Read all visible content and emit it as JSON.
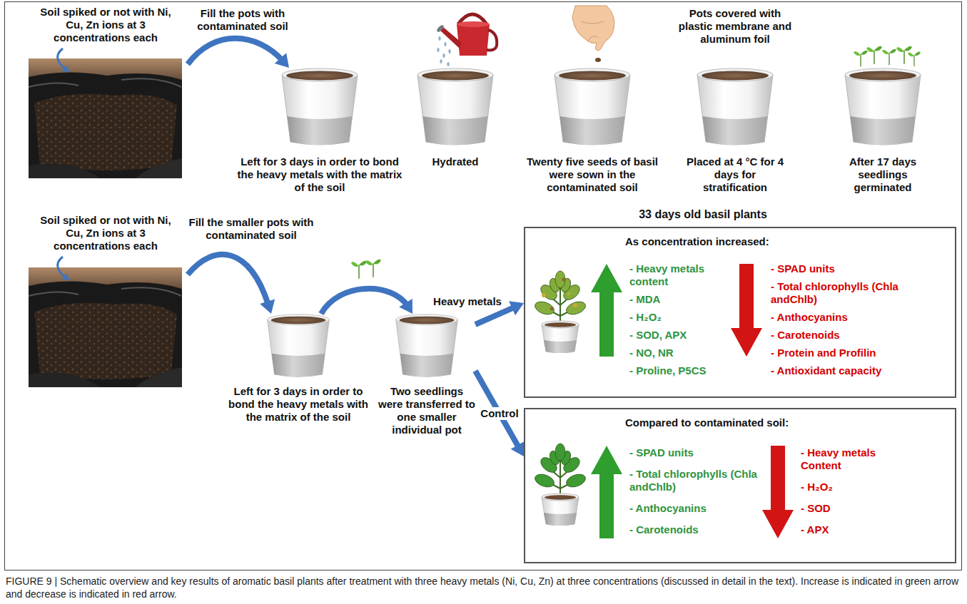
{
  "diagram": {
    "caption": "FIGURE 9 | Schematic overview and key results of aromatic basil plants after treatment with three heavy metals (Ni, Cu, Zn) at three concentrations (discussed in detail in the text). Increase is indicated in green arrow and decrease is indicated in red arrow.",
    "nodes": [
      {
        "text": [
          "Soil spiked or not with Ni, Cu, Zn ions at 3 concentrations each"
        ]
      },
      {
        "text": [
          "Left for 3 days in order to bond the heavy metals with the matrix of the soil"
        ]
      },
      {
        "text": [
          "Hydrated"
        ]
      },
      {
        "text": [
          "Twenty five seeds of basil were sown in the contaminated soil"
        ]
      },
      {
        "text": [
          "Pots covered with plastic membrane and aluminum foil",
          "Placed at 4 °C for 4 days for stratification"
        ]
      },
      {
        "text": [
          "After 17 days seedlings germinated"
        ]
      },
      {
        "text": [
          "Soil spiked or not with Ni, Cu, Zn ions at 3 concentrations each"
        ]
      },
      {
        "text": [
          "Left for 3 days in order to bond the heavy metals with the matrix of the soil"
        ]
      },
      {
        "text": [
          "Two seedlings were transferred to one smaller individual pot"
        ]
      },
      {
        "text": [
          "As concentration increased:",
          "- Heavy metals content",
          "- MDA",
          "- H₂O₂",
          "- SOD, APX",
          "- NO, NR",
          "- Proline, P5CS",
          "- SPAD units",
          "- Total chlorophylls (Chla andChlb)",
          "- Anthocyanins",
          "- Carotenoids",
          "- Protein and Profilin",
          "- Antioxidant capacity"
        ]
      },
      {
        "text": [
          "Compared to contaminated soil:",
          "- SPAD units",
          "- Total chlorophylls (Chla andChlb)",
          "- Anthocyanins",
          "- Carotenoids",
          "- Heavy metals Content",
          "- H₂O₂",
          "- SOD",
          "- APX"
        ]
      }
    ],
    "edges": [
      {
        "from": 0,
        "to": 1,
        "arrow": "to",
        "label": "Fill the pots with contaminated soil"
      },
      {
        "from": 6,
        "to": 7,
        "arrow": "to",
        "label": "Fill the smaller pots with contaminated soil"
      },
      {
        "from": 7,
        "to": 8,
        "arrow": "to"
      },
      {
        "from": 8,
        "to": 9,
        "arrow": "to",
        "label": "Heavy metals"
      },
      {
        "from": 8,
        "to": 10,
        "arrow": "to",
        "label": "Control"
      }
    ],
    "labels": [
      "33 days old basil plants"
    ]
  }
}
